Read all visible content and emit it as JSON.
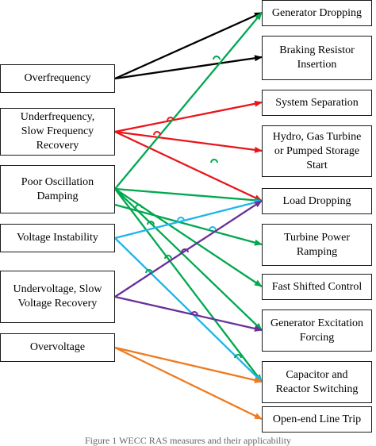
{
  "causes": [
    {
      "id": "overfrequency",
      "label": "Overfrequency"
    },
    {
      "id": "underfrequency",
      "label": "Underfrequency,\nSlow Frequency\nRecovery"
    },
    {
      "id": "poor-oscillation",
      "label": "Poor Oscillation\nDamping"
    },
    {
      "id": "voltage-instability",
      "label": "Voltage Instability"
    },
    {
      "id": "undervoltage",
      "label": "Undervoltage, Slow\nVoltage Recovery"
    },
    {
      "id": "overvoltage",
      "label": "Overvoltage"
    }
  ],
  "actions": [
    {
      "id": "generator-dropping",
      "label": "Generator Dropping"
    },
    {
      "id": "braking-resistor",
      "label": "Braking Resistor\nInsertion"
    },
    {
      "id": "system-separation",
      "label": "System Separation"
    },
    {
      "id": "hydro-gas-start",
      "label": "Hydro, Gas Turbine\nor Pumped Storage\nStart"
    },
    {
      "id": "load-dropping",
      "label": "Load Dropping"
    },
    {
      "id": "turbine-ramping",
      "label": "Turbine Power\nRamping"
    },
    {
      "id": "fast-shifted",
      "label": "Fast Shifted Control"
    },
    {
      "id": "excitation-forcing",
      "label": "Generator Excitation\nForcing"
    },
    {
      "id": "cap-reactor",
      "label": "Capacitor and\nReactor Switching"
    },
    {
      "id": "open-end-trip",
      "label": "Open-end Line Trip"
    }
  ],
  "colors": {
    "overfrequency": "#000000",
    "underfrequency": "#e8151b",
    "poor-oscillation": "#00a84f",
    "voltage-instability": "#1fb4ea",
    "undervoltage": "#6a2f9a",
    "overvoltage": "#ef7a1e"
  },
  "caption": "Figure 1 WECC RAS measures and their applicability"
}
